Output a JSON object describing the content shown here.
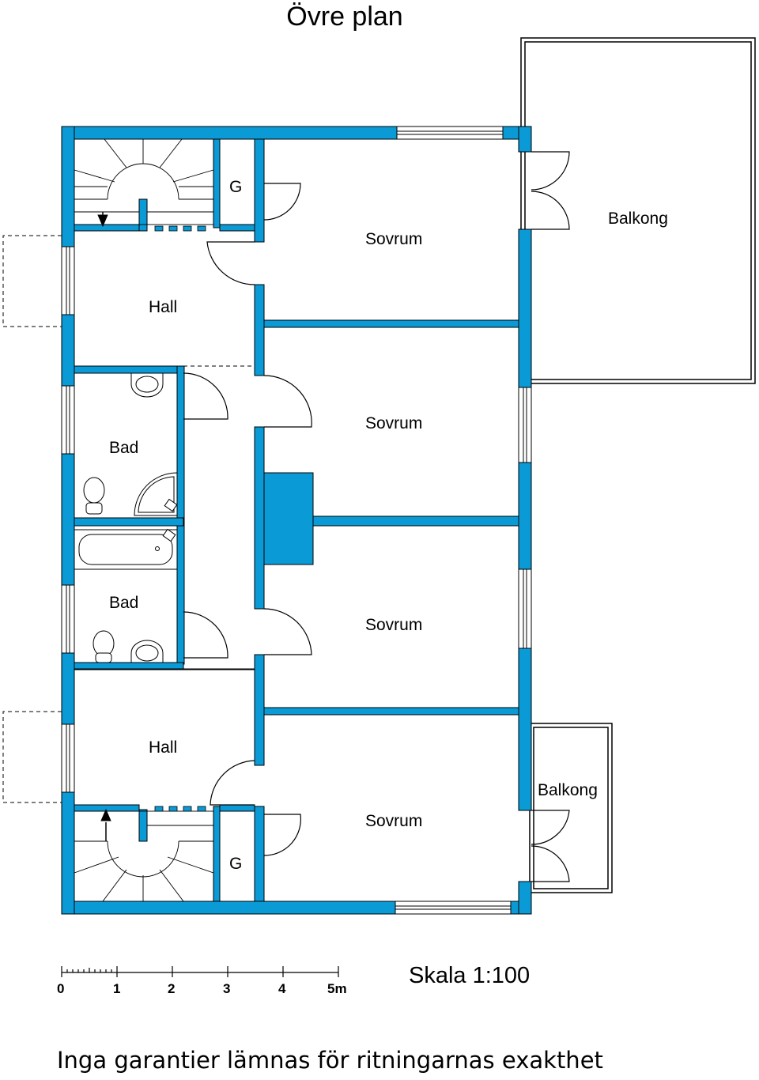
{
  "plan": {
    "title": "Övre plan",
    "rooms": {
      "g_top": "G",
      "sovrum_1": "Sovrum",
      "balkong_top": "Balkong",
      "hall_top": "Hall",
      "sovrum_2": "Sovrum",
      "bad_top": "Bad",
      "bad_bottom": "Bad",
      "sovrum_3": "Sovrum",
      "hall_bottom": "Hall",
      "balkong_bottom": "Balkong",
      "sovrum_4": "Sovrum",
      "g_bottom": "G"
    },
    "scale": {
      "ticks": [
        "0",
        "1",
        "2",
        "3",
        "4",
        "5m"
      ],
      "label": "Skala 1:100"
    },
    "disclaimer": "Inga garantier lämnas för ritningarnas exakthet"
  },
  "colors": {
    "wall": "#0a9ad6",
    "line": "#000000"
  }
}
